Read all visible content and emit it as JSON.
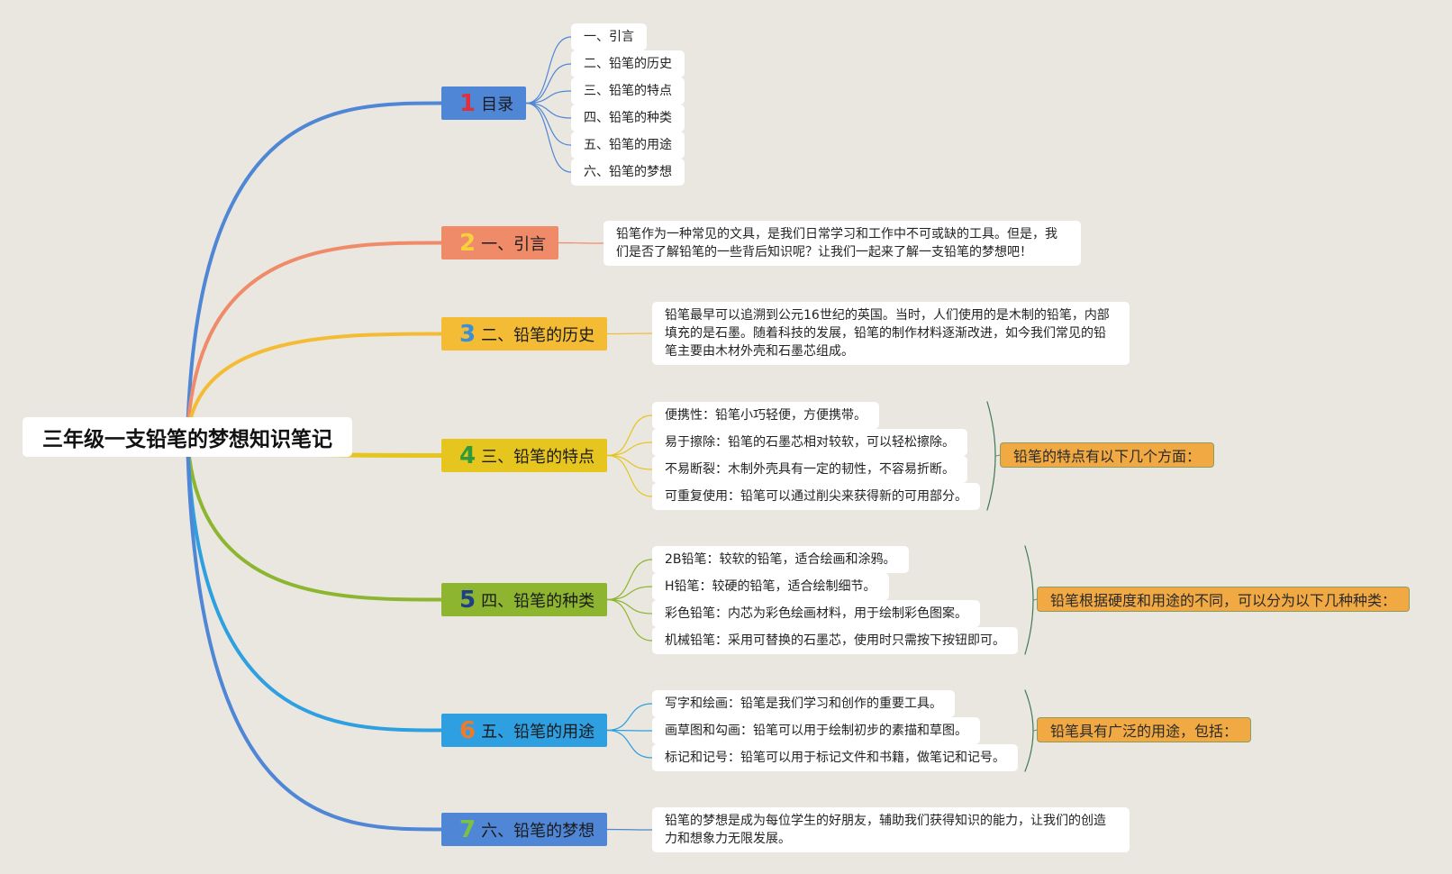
{
  "root": {
    "title": "三年级一支铅笔的梦想知识笔记"
  },
  "branches": [
    {
      "num": "1",
      "label": "目录",
      "color": "#4f86d6",
      "num_color": "#e0303c",
      "leaves": [
        "一、引言",
        "二、铅笔的历史",
        "三、铅笔的特点",
        "四、铅笔的种类",
        "五、铅笔的用途",
        "六、铅笔的梦想"
      ]
    },
    {
      "num": "2",
      "label": "一、引言",
      "color": "#f08b6a",
      "num_color": "#f7d13c",
      "leaves": [
        "铅笔作为一种常见的文具，是我们日常学习和工作中不可或缺的工具。但是，我们是否了解铅笔的一些背后知识呢？让我们一起来了解一支铅笔的梦想吧！"
      ]
    },
    {
      "num": "3",
      "label": "二、铅笔的历史",
      "color": "#f4bc35",
      "num_color": "#3a8fd8",
      "leaves": [
        "铅笔最早可以追溯到公元16世纪的英国。当时，人们使用的是木制的铅笔，内部填充的是石墨。随着科技的发展，铅笔的制作材料逐渐改进，如今我们常见的铅笔主要由木材外壳和石墨芯组成。"
      ]
    },
    {
      "num": "4",
      "label": "三、铅笔的特点",
      "color": "#e6c51f",
      "num_color": "#2e9a3c",
      "leaves": [
        "便携性：铅笔小巧轻便，方便携带。",
        "易于擦除：铅笔的石墨芯相对较软，可以轻松擦除。",
        "不易断裂：木制外壳具有一定的韧性，不容易折断。",
        "可重复使用：铅笔可以通过削尖来获得新的可用部分。"
      ],
      "summary": "铅笔的特点有以下几个方面："
    },
    {
      "num": "5",
      "label": "四、铅笔的种类",
      "color": "#8db52f",
      "num_color": "#1e3f8a",
      "leaves": [
        "2B铅笔：较软的铅笔，适合绘画和涂鸦。",
        "H铅笔：较硬的铅笔，适合绘制细节。",
        "彩色铅笔：内芯为彩色绘画材料，用于绘制彩色图案。",
        "机械铅笔：采用可替换的石墨芯，使用时只需按下按钮即可。"
      ],
      "summary": "铅笔根据硬度和用途的不同，可以分为以下几种种类："
    },
    {
      "num": "6",
      "label": "五、铅笔的用途",
      "color": "#2e9fe0",
      "num_color": "#f07a2a",
      "leaves": [
        "写字和绘画：铅笔是我们学习和创作的重要工具。",
        "画草图和勾画：铅笔可以用于绘制初步的素描和草图。",
        "标记和记号：铅笔可以用于标记文件和书籍，做笔记和记号。"
      ],
      "summary": "铅笔具有广泛的用途，包括："
    },
    {
      "num": "7",
      "label": "六、铅笔的梦想",
      "color": "#4f86d6",
      "num_color": "#7cc242",
      "leaves": [
        "铅笔的梦想是成为每位学生的好朋友，辅助我们获得知识的能力，让我们的创造力和想象力无限发展。"
      ]
    }
  ]
}
